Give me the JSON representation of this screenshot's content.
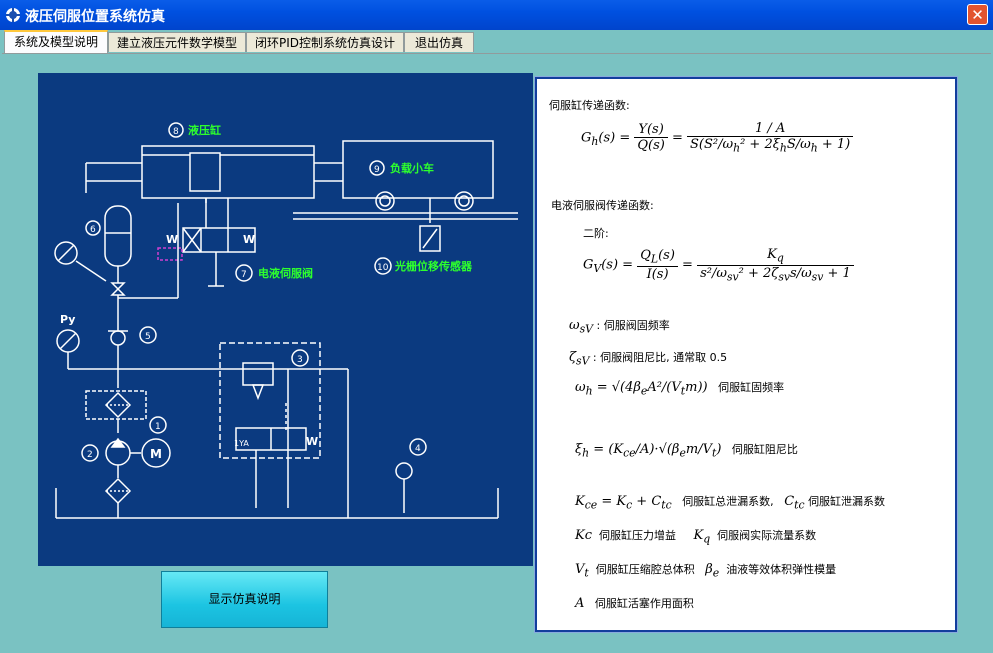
{
  "window": {
    "title": "液压伺服位置系统仿真",
    "close_glyph": "✕",
    "accent": "#0050e0"
  },
  "tabs": [
    {
      "label": "系统及模型说明",
      "active": true
    },
    {
      "label": "建立液压元件数学模型",
      "active": false
    },
    {
      "label": "闭环PID控制系统仿真设计",
      "active": false
    },
    {
      "label": "退出仿真",
      "active": false
    }
  ],
  "diagram": {
    "background": "#0b3a80",
    "labels": {
      "cylinder": "液压缸",
      "cylinder_num": "8",
      "cart": "负载小车",
      "cart_num": "9",
      "servo_valve": "电液伺服阀",
      "servo_valve_num": "7",
      "sensor": "光栅位移传感器",
      "sensor_num": "10",
      "py": "Py",
      "n1": "1",
      "n2": "2",
      "n3": "3",
      "n4": "4",
      "n5": "5",
      "n6": "6",
      "motor": "M",
      "w_left": "W",
      "w_right": "W",
      "w_relief": "W",
      "relief_label": "1YA"
    }
  },
  "show_button": {
    "label": "显示仿真说明"
  },
  "formulas": {
    "cyl_title": "伺服缸传递函数:",
    "valve_title": "电液伺服阀传递函数:",
    "second_order": "二阶:",
    "w_sv_desc": "伺服阀固频率",
    "z_sv_desc": "伺服阀阻尼比, 通常取 0.5",
    "wh_desc": "伺服缸固频率",
    "zh_desc": "伺服缸阻尼比",
    "kce_desc": "伺服缸总泄漏系数,",
    "ctc_desc": "伺服缸泄漏系数",
    "kc_desc": "伺服缸压力增益",
    "kq_desc": "伺服阀实际流量系数",
    "vt_desc": "伺服缸压缩腔总体积",
    "be_desc": "油液等效体积弹性模量",
    "a_desc": "伺服缸活塞作用面积"
  }
}
